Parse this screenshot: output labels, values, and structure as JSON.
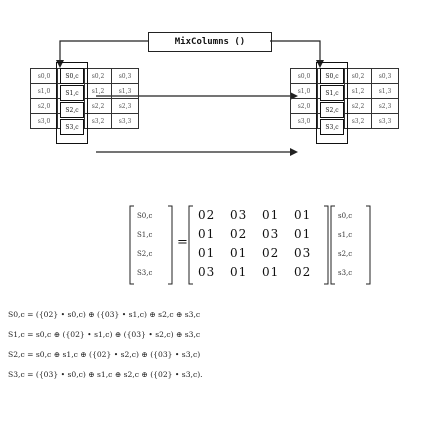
{
  "title": "MixColumns ()",
  "left_grid": {
    "rows": [
      [
        "s0,0",
        "S0,c",
        "s0,2",
        "s0,3"
      ],
      [
        "s1,0",
        "S1,c",
        "s1,2",
        "s1,3"
      ],
      [
        "s2,0",
        "S2,c",
        "s2,2",
        "s2,3"
      ],
      [
        "s3,0",
        "S3,c",
        "s3,2",
        "s3,3"
      ]
    ]
  },
  "right_grid": {
    "rows": [
      [
        "s0,0",
        "S0,c",
        "s0,2",
        "s0,3"
      ],
      [
        "s1,0",
        "S1,c",
        "s1,2",
        "s1,3"
      ],
      [
        "s2,0",
        "S2,c",
        "s2,2",
        "s2,3"
      ],
      [
        "s3,0",
        "S3,c",
        "s3,2",
        "s3,3"
      ]
    ]
  },
  "matrix": {
    "lhs": [
      "S0,c",
      "S1,c",
      "S2,c",
      "S3,c"
    ],
    "rows": [
      [
        "02",
        "03",
        "01",
        "01"
      ],
      [
        "01",
        "02",
        "03",
        "01"
      ],
      [
        "01",
        "01",
        "02",
        "03"
      ],
      [
        "03",
        "01",
        "01",
        "02"
      ]
    ],
    "rhs": [
      "s0,c",
      "s1,c",
      "s2,c",
      "s3,c"
    ],
    "equals": "="
  },
  "equations": [
    "S0,c = ({02} • s0,c) ⊕ ({03} • s1,c) ⊕ s2,c ⊕ s3,c",
    "S1,c = s0,c ⊕ ({02} • s1,c) ⊕ ({03} • s2,c) ⊕ s3,c",
    "S2,c = s0,c ⊕ s1,c ⊕ ({02} • s2,c) ⊕ ({03} • s3,c)",
    "S3,c = ({03} • s0,c) ⊕ s1,c ⊕ s2,c ⊕ ({02} • s3,c)."
  ]
}
